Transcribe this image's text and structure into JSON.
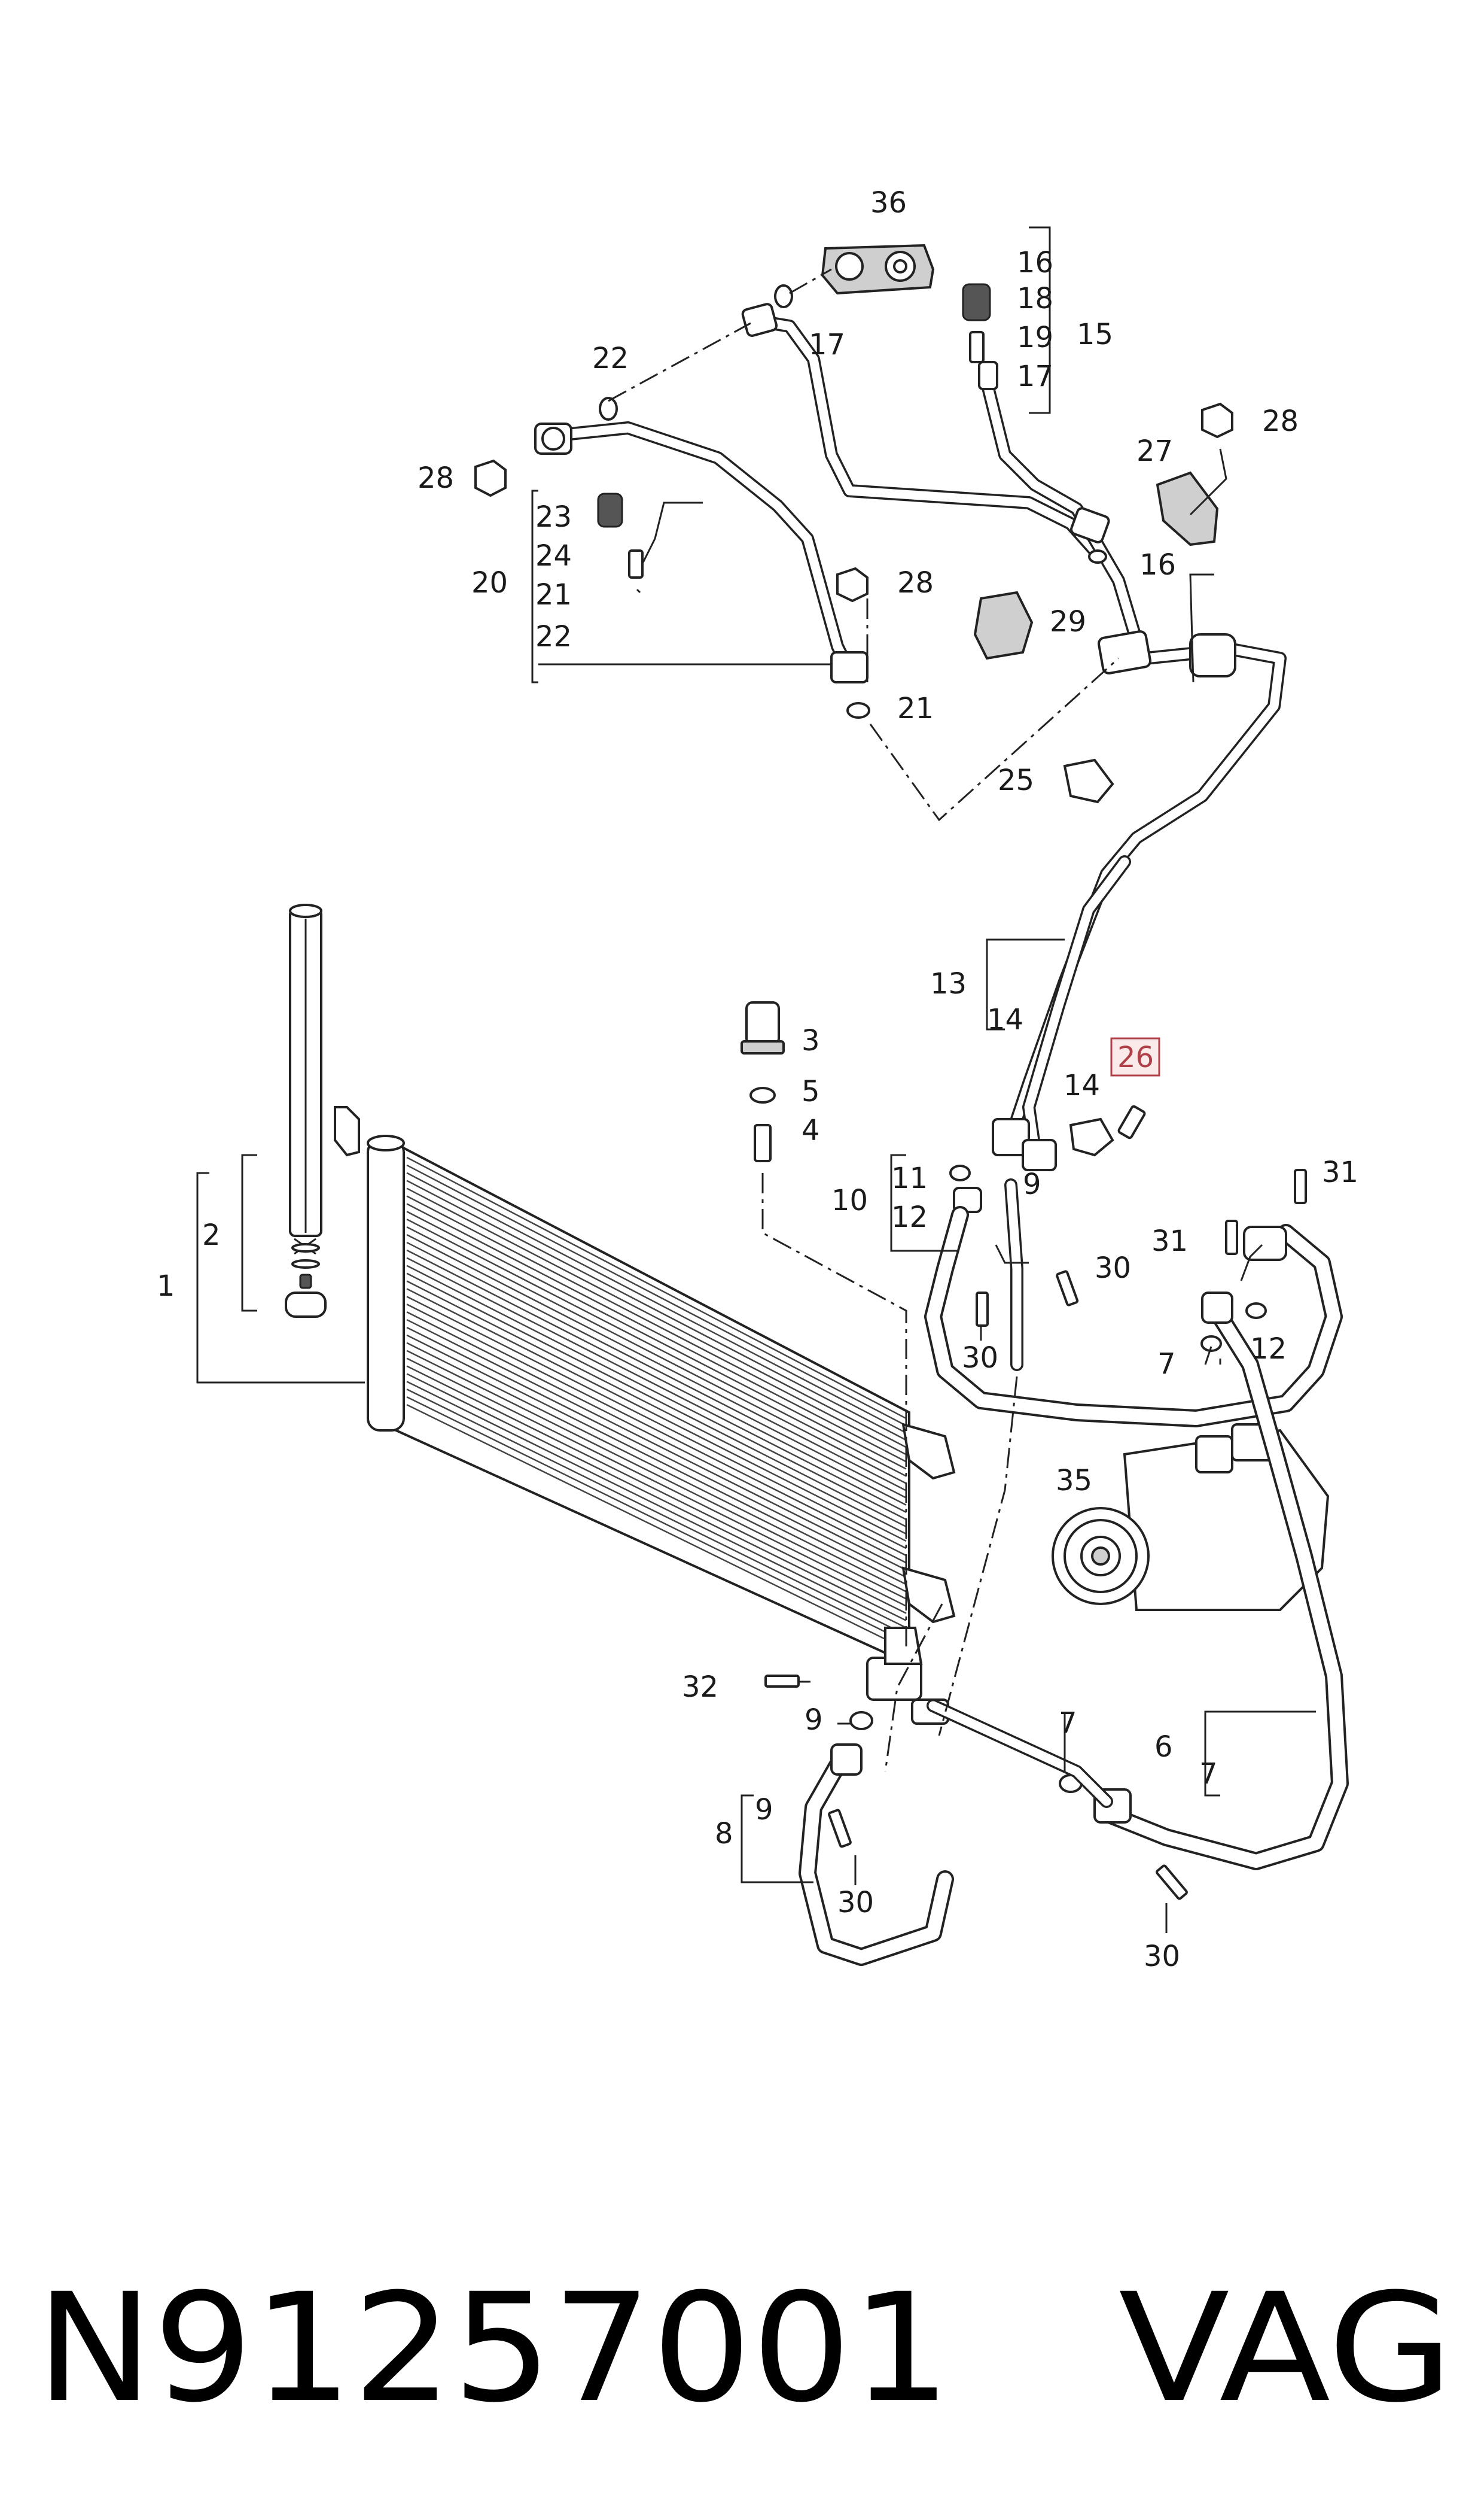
{
  "labels": {
    "l36": "36",
    "l17a": "17",
    "l22a": "22",
    "l28a": "28",
    "l16": "16",
    "l18": "18",
    "l19": "19",
    "l17b": "17",
    "l15": "15",
    "l28b": "28",
    "l27": "27",
    "l16b": "16",
    "l23": "23",
    "l24": "24",
    "l20": "20",
    "l21a": "21",
    "l22b": "22",
    "l28c": "28",
    "l29": "29",
    "l21b": "21",
    "l25": "25",
    "l13": "13",
    "l14a": "14",
    "l26": "26",
    "l14b": "14",
    "l3": "3",
    "l5": "5",
    "l4": "4",
    "l11": "11",
    "l9a": "9",
    "l10": "10",
    "l12a": "12",
    "l30a": "30",
    "l30b": "30",
    "l31a": "31",
    "l31b": "31",
    "l12b": "12",
    "l7a": "7",
    "l2": "2",
    "l1": "1",
    "l35": "35",
    "l32": "32",
    "l9b": "9",
    "l7b": "7",
    "l6": "6",
    "l7c": "7",
    "l8": "8",
    "l9c": "9",
    "l30c": "30",
    "l30d": "30"
  },
  "highlighted_label": "26",
  "footer": {
    "part_number": "N91257001",
    "brand": "VAG"
  },
  "colors": {
    "highlight": "#b04048",
    "highlight_fill": "#fbeaea",
    "line": "#222222"
  }
}
